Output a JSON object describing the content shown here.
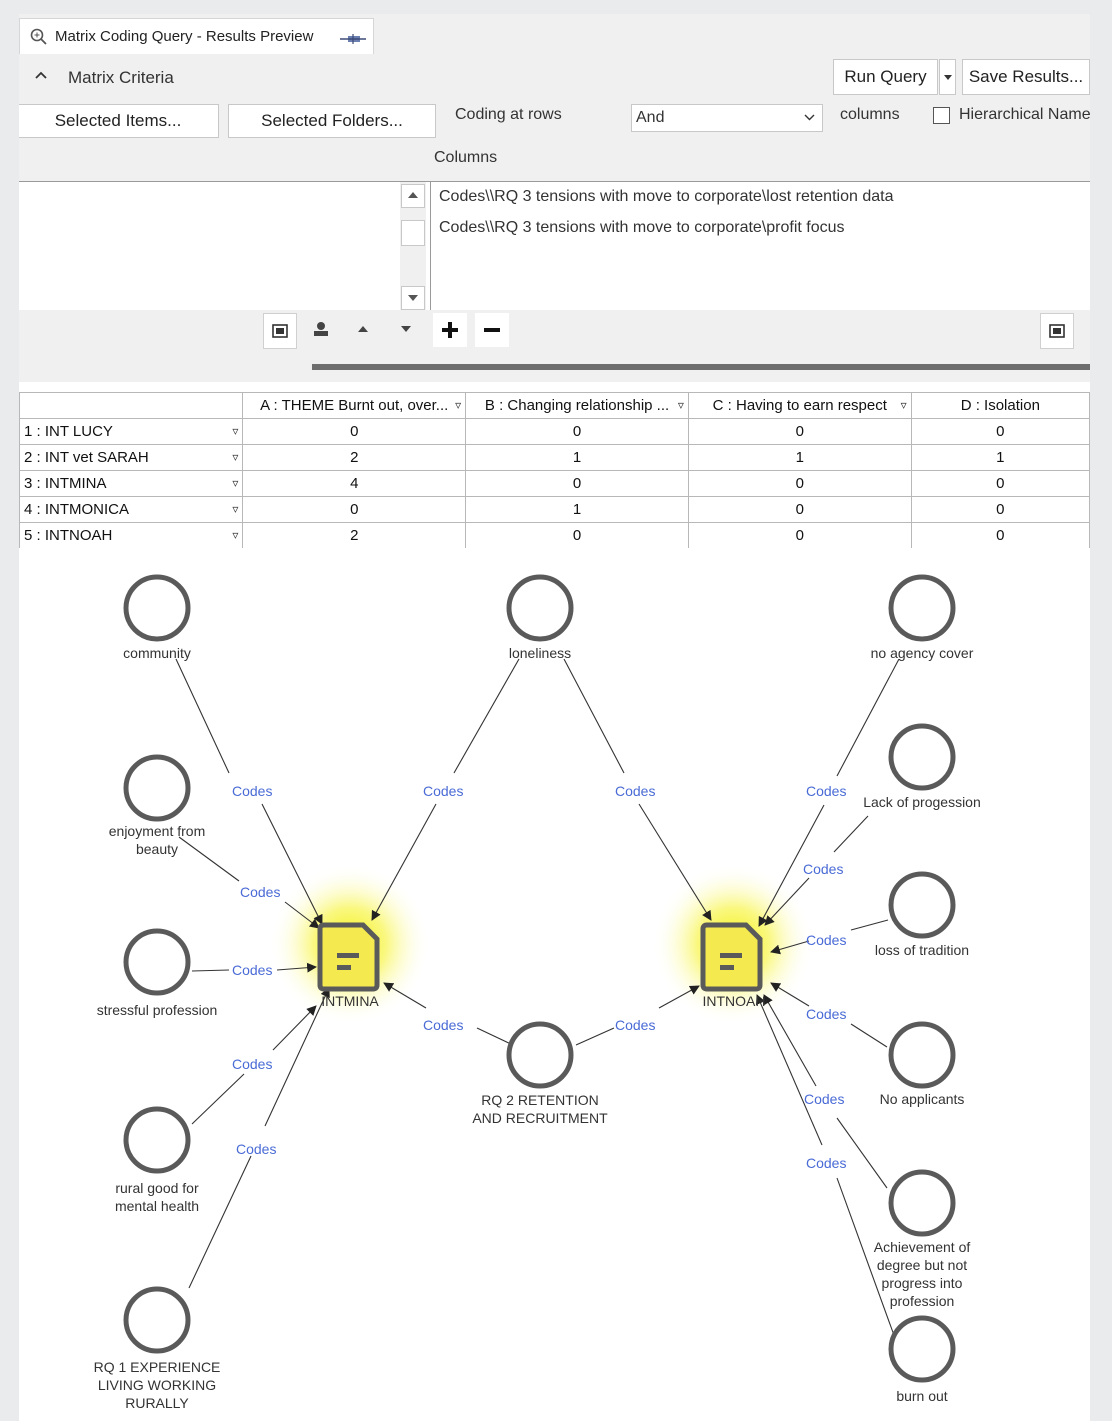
{
  "window": {
    "tab_title": "Matrix Coding Query - Results Preview",
    "tab_icon": "magnifier-icon",
    "pin_icon": "pin-icon"
  },
  "criteria": {
    "section_title": "Matrix Criteria",
    "run_query": "Run Query",
    "save_results": "Save Results...",
    "selected_items": "Selected Items...",
    "selected_folders": "Selected Folders...",
    "coding_at_rows": "Coding at rows",
    "operator": "And",
    "columns_word": "columns",
    "hierarchical_name": "Hierarchical Name",
    "hierarchical_checked": false,
    "columns_heading": "Columns",
    "column_items": [
      "Codes\\\\RQ 3 tensions with move to corporate\\lost retention data",
      "Codes\\\\RQ 3 tensions with move to corporate\\profit focus"
    ]
  },
  "matrix": {
    "column_headers": [
      "A : THEME Burnt out, over...",
      "B : Changing relationship ...",
      "C : Having to earn respect",
      "D : Isolation"
    ],
    "rows": [
      {
        "label": "1 : INT LUCY",
        "values": [
          "0",
          "0",
          "0",
          "0"
        ]
      },
      {
        "label": "2 : INT vet SARAH",
        "values": [
          "2",
          "1",
          "1",
          "1"
        ]
      },
      {
        "label": "3 : INTMINA",
        "values": [
          "4",
          "0",
          "0",
          "0"
        ]
      },
      {
        "label": "4 : INTMONICA",
        "values": [
          "0",
          "1",
          "0",
          "0"
        ]
      },
      {
        "label": "5 : INTNOAH",
        "values": [
          "2",
          "0",
          "0",
          "0"
        ]
      }
    ]
  },
  "graph": {
    "edge_label": "Codes",
    "highlight_color": "#f4f000",
    "files": [
      {
        "id": "mina",
        "label": "INTMINA"
      },
      {
        "id": "noah",
        "label": "INTNOAH"
      }
    ],
    "nodes": [
      {
        "id": "community",
        "label": "community"
      },
      {
        "id": "enjoyment",
        "label": "enjoyment from beauty"
      },
      {
        "id": "stressful",
        "label": "stressful profession"
      },
      {
        "id": "rural",
        "label": "rural good for mental health"
      },
      {
        "id": "rq1",
        "label": "RQ 1 EXPERIENCE LIVING WORKING RURALLY"
      },
      {
        "id": "loneliness",
        "label": "loneliness"
      },
      {
        "id": "rq2",
        "label": "RQ 2 RETENTION AND RECRUITMENT"
      },
      {
        "id": "noagency",
        "label": "no agency cover"
      },
      {
        "id": "lackprog",
        "label": "Lack of progession"
      },
      {
        "id": "losstrad",
        "label": "loss of tradition"
      },
      {
        "id": "noapp",
        "label": "No applicants"
      },
      {
        "id": "achieve",
        "label": "Achievement of degree but not progress into profession"
      },
      {
        "id": "burnout",
        "label": "burn out"
      }
    ]
  }
}
